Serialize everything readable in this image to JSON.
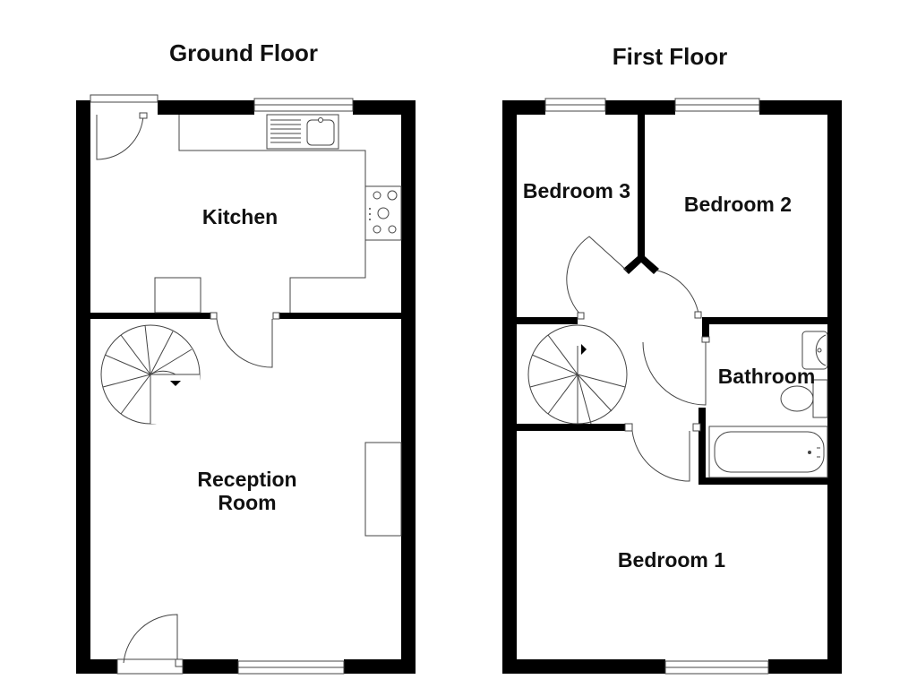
{
  "floors": {
    "ground": {
      "title": "Ground Floor",
      "rooms": {
        "kitchen": "Kitchen",
        "reception_line1": "Reception",
        "reception_line2": "Room"
      }
    },
    "first": {
      "title": "First Floor",
      "rooms": {
        "bedroom3": "Bedroom 3",
        "bedroom2": "Bedroom 2",
        "bathroom": "Bathroom",
        "bedroom1": "Bedroom 1"
      }
    }
  },
  "colors": {
    "wall": "#000000",
    "fixture_line": "#444444",
    "background": "#ffffff"
  }
}
